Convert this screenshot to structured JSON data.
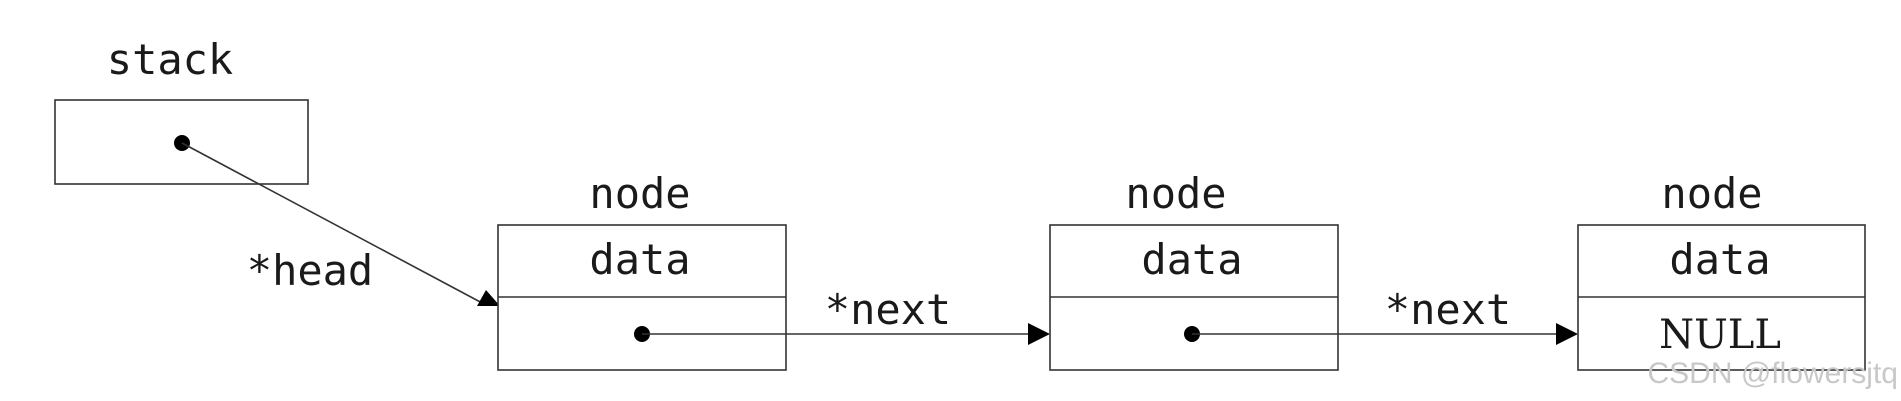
{
  "stack": {
    "title": "stack"
  },
  "nodes": [
    {
      "title": "node",
      "data_label": "data",
      "next_label": ""
    },
    {
      "title": "node",
      "data_label": "data",
      "next_label": ""
    },
    {
      "title": "node",
      "data_label": "data",
      "next_label": "NULL"
    }
  ],
  "pointers": {
    "head": "*head",
    "next_1": "*next",
    "next_2": "*next"
  },
  "watermark": "CSDN @flowersjtq",
  "colors": {
    "line": "#333333",
    "dot": "#000000",
    "watermark": "#c8c8c8"
  }
}
